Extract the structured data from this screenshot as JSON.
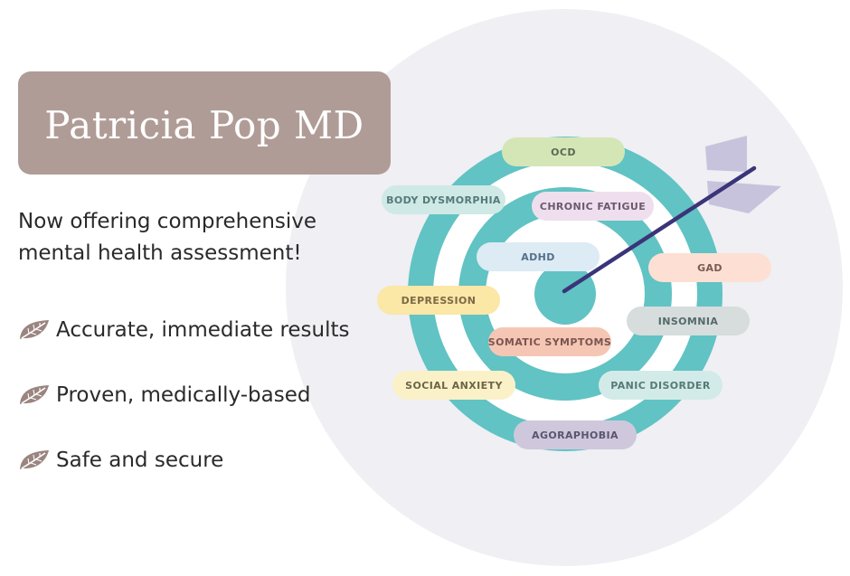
{
  "title": "Patricia Pop MD",
  "intro": "Now offering comprehensive mental health assessment!",
  "features": [
    {
      "icon": "leaf-icon",
      "text": "Accurate, immediate results"
    },
    {
      "icon": "leaf-icon",
      "text": "Proven, medically-based"
    },
    {
      "icon": "leaf-icon",
      "text": "Safe and secure"
    }
  ],
  "conditions": [
    {
      "label": "OCD",
      "color": "#d5e6b6",
      "text_color": "#5a6a55"
    },
    {
      "label": "BODY DYSMORPHIA",
      "color": "#cfe9e6",
      "text_color": "#557a78"
    },
    {
      "label": "CHRONIC FATIGUE",
      "color": "#efdfee",
      "text_color": "#6b5a6e"
    },
    {
      "label": "ADHD",
      "color": "#dcebf4",
      "text_color": "#55708a"
    },
    {
      "label": "GAD",
      "color": "#fde0d3",
      "text_color": "#7a5a55"
    },
    {
      "label": "DEPRESSION",
      "color": "#fbe7a6",
      "text_color": "#7a6a45"
    },
    {
      "label": "INSOMNIA",
      "color": "#d6dddc",
      "text_color": "#556a6a"
    },
    {
      "label": "SOMATIC SYMPTOMS",
      "color": "#f6c6b4",
      "text_color": "#7a5550"
    },
    {
      "label": "SOCIAL ANXIETY",
      "color": "#fbf1c9",
      "text_color": "#6a6545"
    },
    {
      "label": "PANIC DISORDER",
      "color": "#d3ebe8",
      "text_color": "#557a78"
    },
    {
      "label": "AGORAPHOBIA",
      "color": "#cfc8dc",
      "text_color": "#5a5570"
    }
  ],
  "colors": {
    "title_bg": "#b09c96",
    "target_ring": "#61c3c3",
    "background_circle": "#efeff4",
    "arrow_shaft": "#3a3478",
    "arrow_fletching": "#c7c3dd"
  }
}
